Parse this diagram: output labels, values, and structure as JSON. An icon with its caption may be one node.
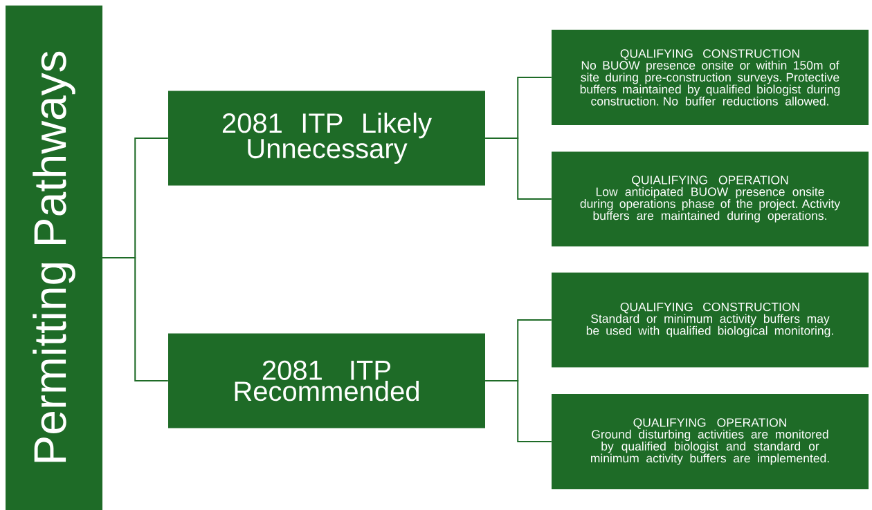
{
  "diagram": {
    "nodes": [
      {
        "text": [
          "Permitting Pathways"
        ]
      },
      {
        "text": [
          "2081 ITP Likely Unnecessary"
        ]
      },
      {
        "text": [
          "2081 ITP Recommended"
        ]
      },
      {
        "text": [
          "QUALIFYING CONSTRUCTION",
          "No BUOW presence onsite or within 150m of site during pre-construction surveys. Protective buffers  maintained by qualified biologist during construction. No buffer reductions allowed."
        ]
      },
      {
        "text": [
          "QUIALIFYING OPERATION",
          "Low anticipated BUOW presence onsite during operations phase of the project. Activity buffers are maintained during operations."
        ]
      },
      {
        "text": [
          "QUALIFYING CONSTRUCTION",
          "Standard or minimum activity buffers may be used with qualified biological monitoring."
        ]
      },
      {
        "text": [
          "QUALIFYING OPERATION",
          "Ground disturbing activities are monitored by qualified biologist and standard or minimum activity buffers are implemented."
        ]
      }
    ],
    "edges": [
      {
        "from": 0,
        "to": 1,
        "arrow": "none"
      },
      {
        "from": 0,
        "to": 2,
        "arrow": "none"
      },
      {
        "from": 1,
        "to": 3,
        "arrow": "none"
      },
      {
        "from": 1,
        "to": 4,
        "arrow": "none"
      },
      {
        "from": 2,
        "to": 5,
        "arrow": "none"
      },
      {
        "from": 2,
        "to": 6,
        "arrow": "none"
      }
    ]
  }
}
